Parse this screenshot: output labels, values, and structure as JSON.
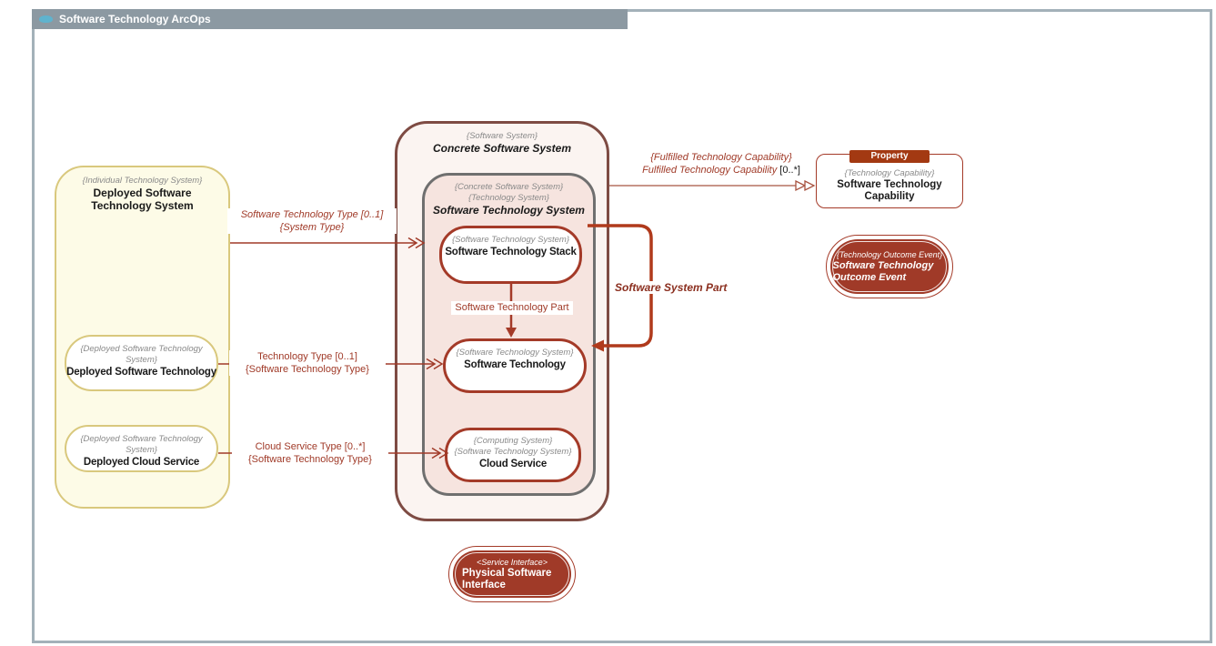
{
  "window": {
    "title": "Software Technology ArcOps",
    "icon": "cloud-icon"
  },
  "colors": {
    "titlebar": "#8C99A2",
    "frame_border": "#A3B1B9",
    "icon_blue": "#5FB3CE",
    "yellow_border": "#D9C87D",
    "yellow_fill": "#FDFBE7",
    "outer_border": "#7E4B43",
    "outer_fill": "#FBF4F1",
    "inner_border": "#6F6F6F",
    "inner_fill": "#F6E4DF",
    "red_border": "#A43A28",
    "red_fill": "#A03A28",
    "loop_red": "#B03A1C",
    "property_tab": "#A33912",
    "stereotype_gray": "#8A8A8A",
    "label_red": "#A03A28"
  },
  "left_container": {
    "stereotype": "{Individual Technology System}",
    "name": "Deployed Software Technology System",
    "children": [
      {
        "stereotype": "{Deployed Software Technology System}",
        "name": "Deployed Software Technology"
      },
      {
        "stereotype": "{Deployed Software Technology System}",
        "name": "Deployed Cloud Service"
      }
    ]
  },
  "center_container": {
    "stereotype": "{Software System}",
    "name": "Concrete Software System",
    "inner": {
      "stereotype1": "{Concrete Software System}",
      "stereotype2": "{Technology System}",
      "name": "Software Technology System",
      "children": [
        {
          "stereotype1": "{Software Technology System}",
          "name": "Software Technology Stack"
        },
        {
          "stereotype1": "{Software Technology System}",
          "name": "Software Technology"
        },
        {
          "stereotype1": "{Computing System}",
          "stereotype2": "{Software Technology System}",
          "name": "Cloud Service"
        }
      ]
    }
  },
  "property_box": {
    "tab": "Property",
    "stereotype": "{Technology Capability}",
    "name": "Software Technology Capability"
  },
  "outcome_event": {
    "stereotype": "{Technology Outcome Event}",
    "name": "Software Technology Outcome Event"
  },
  "service_interface": {
    "stereotype": "<Service Interface>",
    "name": "Physical Software Interface"
  },
  "relations": {
    "software_technology_type": {
      "line1": "Software Technology Type [0..1]",
      "line2": "{System Type}"
    },
    "technology_type": {
      "line1": "Technology Type [0..1]",
      "line2": "{Software Technology Type}"
    },
    "cloud_service_type": {
      "line1": "Cloud Service Type [0..*]",
      "line2": "{Software Technology Type}"
    },
    "fulfilled_capability": {
      "line1": "{Fulfilled Technology Capability}",
      "line2": "Fulfilled Technology Capability",
      "line2_suffix": " [0..*]"
    },
    "software_technology_part": "Software Technology Part",
    "software_system_part": "Software System Part"
  }
}
